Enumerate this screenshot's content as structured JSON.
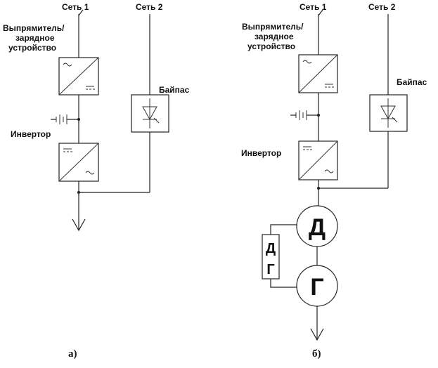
{
  "colors": {
    "line": "#222222",
    "background": "#ffffff",
    "text": "#111111"
  },
  "diagram_a": {
    "mains1_label": "Сеть 1",
    "mains2_label": "Сеть 2",
    "rectifier_label_line1": "Выпрямитель/",
    "rectifier_label_line2": "зарядное",
    "rectifier_label_line3": "устройство",
    "inverter_label": "Инвертор",
    "bypass_label": "Байпас",
    "caption": "а)"
  },
  "diagram_b": {
    "mains1_label": "Сеть 1",
    "mains2_label": "Сеть 2",
    "rectifier_label_line1": "Выпрямитель/",
    "rectifier_label_line2": "зарядное",
    "rectifier_label_line3": "устройство",
    "inverter_label": "Инвертор",
    "bypass_label": "Байпас",
    "motor_label": "Д",
    "generator_label": "Г",
    "controller_label_top": "Д",
    "controller_label_bottom": "Г",
    "caption": "б)"
  }
}
